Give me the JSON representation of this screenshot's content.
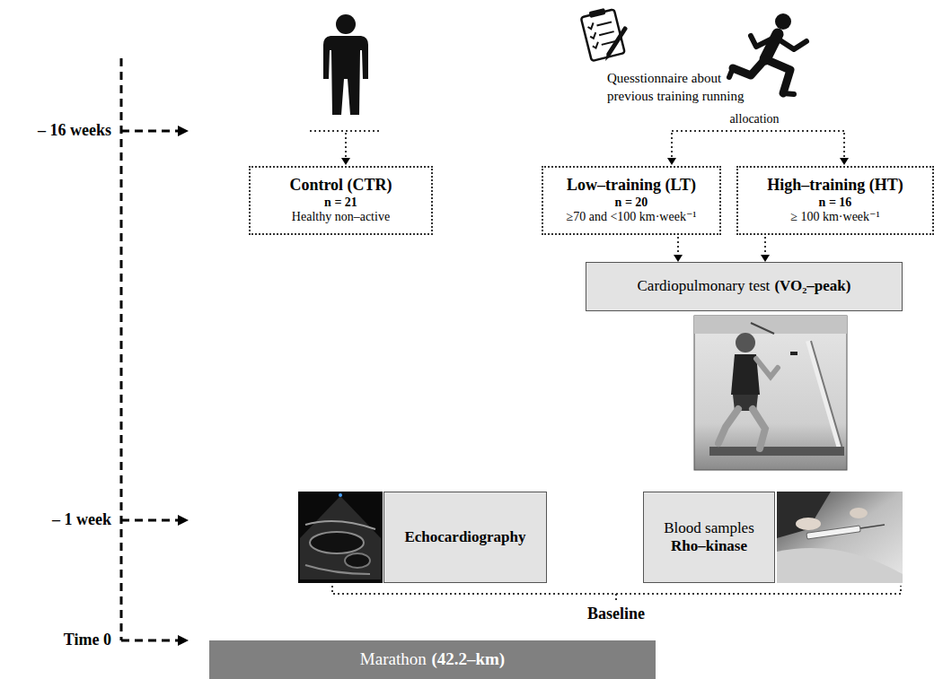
{
  "diagram": {
    "nodes": [
      {
        "text": [
          "Control (CTR)",
          "n = 21",
          "Healthy non–active"
        ]
      },
      {
        "text": [
          "Low–training (LT)",
          "n = 20",
          "≥70 and <100 km·week⁻¹"
        ]
      },
      {
        "text": [
          "High–training (HT)",
          "n = 16",
          "≥ 100 km·week⁻¹"
        ]
      },
      {
        "text": [
          "Cardiopulmonary test",
          "(VO₂–peak)"
        ]
      },
      {
        "text": [
          "Echocardiography"
        ]
      },
      {
        "text": [
          "Blood samples",
          "Rho–kinase"
        ]
      },
      {
        "text": [
          "Marathon",
          "(42.2–km)"
        ]
      }
    ],
    "edges": [
      {
        "from": 1,
        "to": 3,
        "arrow": "to"
      },
      {
        "from": 2,
        "to": 3,
        "arrow": "to"
      }
    ],
    "labels": [
      "– 16 weeks",
      "– 1 week",
      "Time 0",
      "Quesstionnaire about previous training running",
      "allocation",
      "Baseline"
    ]
  }
}
